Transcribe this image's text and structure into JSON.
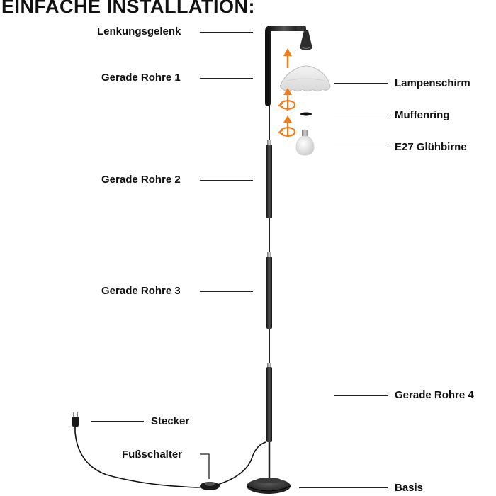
{
  "title": "EINFACHE INSTALLATION:",
  "labels": {
    "lenkungsgelenk": "Lenkungsgelenk",
    "gerade_rohre_1": "Gerade Rohre 1",
    "gerade_rohre_2": "Gerade Rohre 2",
    "gerade_rohre_3": "Gerade Rohre 3",
    "gerade_rohre_4": "Gerade Rohre 4",
    "lampenschirm": "Lampenschirm",
    "muffenring": "Muffenring",
    "gluehbirne": "E27 Glühbirne",
    "stecker": "Stecker",
    "fussschalter": "Fußschalter",
    "basis": "Basis"
  },
  "colors": {
    "pole": "#2a2a2a",
    "arrow": "#f07d1a",
    "leader": "#222222"
  }
}
